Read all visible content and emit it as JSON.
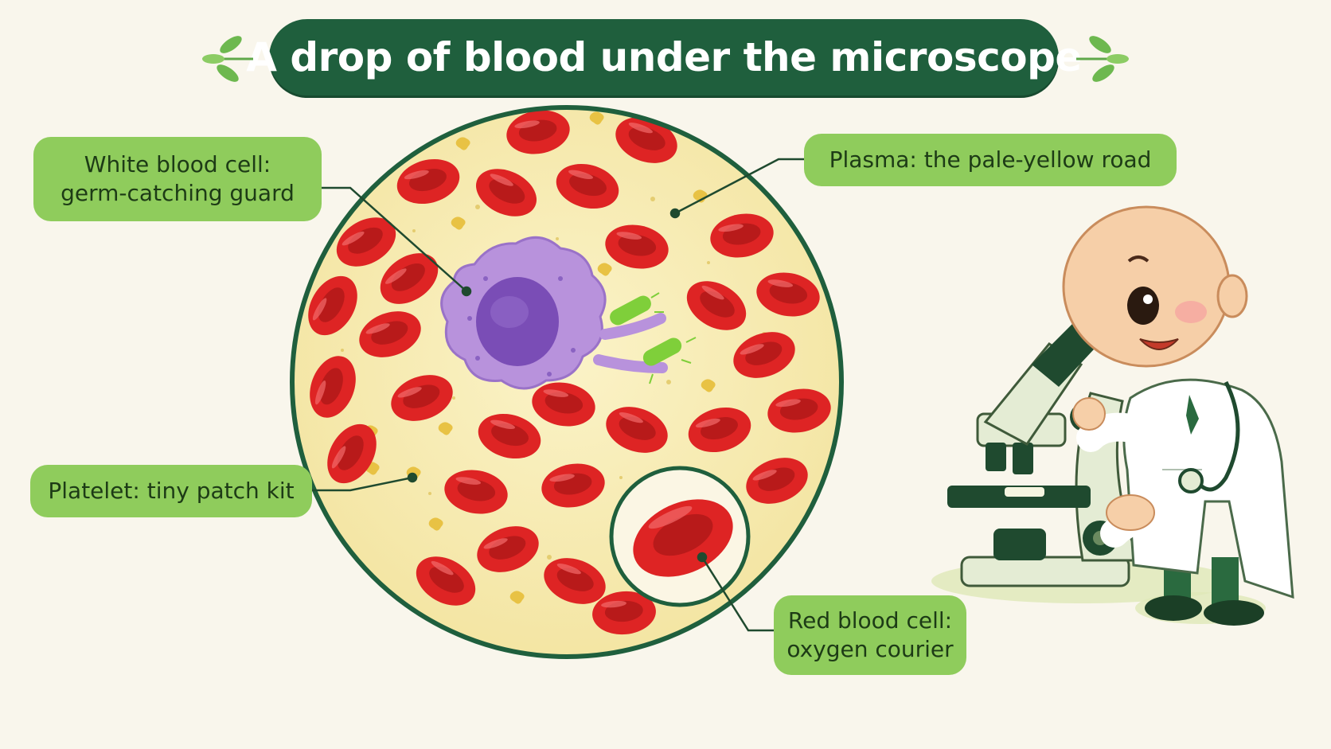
{
  "title": "A drop of blood under the microscope",
  "labels": {
    "white_blood_cell": [
      "White blood cell:",
      "germ-catching guard"
    ],
    "plasma": "Plasma: the pale-yellow road",
    "platelet": "Platelet: tiny patch kit",
    "red_blood_cell": [
      "Red blood cell:",
      "oxygen courier"
    ]
  },
  "colors": {
    "title_bg": "#1f5f3d",
    "label_bg": "#8fcc5c",
    "plasma": "#f6ecb0",
    "red_cell": "#e02a2a",
    "white_cell": "#b28ad8",
    "nucleus": "#7d4fb8",
    "bacteria": "#7fcf3a",
    "platelet": "#e8c244",
    "leader_line": "#1f4a2f"
  },
  "icons": [
    "leaf-sprig-icon",
    "microscope-icon",
    "scientist-character-icon"
  ]
}
